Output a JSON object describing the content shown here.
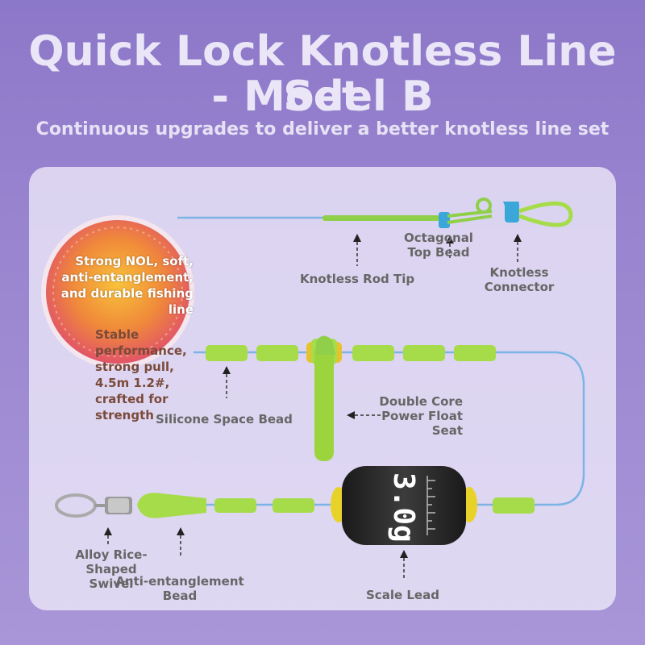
{
  "header": {
    "title_line1": "Quick Lock Knotless Line Set",
    "title_line2": "- Model B",
    "subtitle": "Continuous upgrades to deliver a better knotless line set"
  },
  "spool": {
    "text_main": "Strong NOL, soft, anti-entanglement, and durable fishing line",
    "text_secondary": "Stable performance, strong pull, 4.5m 1.2#, crafted for strength",
    "lead_weight": "3.0g"
  },
  "labels": {
    "knotless_rod_tip": "Knotless Rod Tip",
    "octagonal_top_bead": "Octagonal Top Bead",
    "knotless_connector": "Knotless Connector",
    "silicone_space_bead": "Silicone Space Bead",
    "double_core_power_float_seat": "Double Core Power Float Seat",
    "alloy_swivel": "Alloy Rice-Shaped Swivel",
    "anti_entanglement_bead": "Anti-entanglement Bead",
    "scale_lead": "Scale Lead"
  },
  "colors": {
    "line": "#7db4e6",
    "bead": "#a6dc4a",
    "connector": "#3aa7d8",
    "lead_body": "#2a2a2a",
    "lead_cap": "#e8d22a"
  }
}
